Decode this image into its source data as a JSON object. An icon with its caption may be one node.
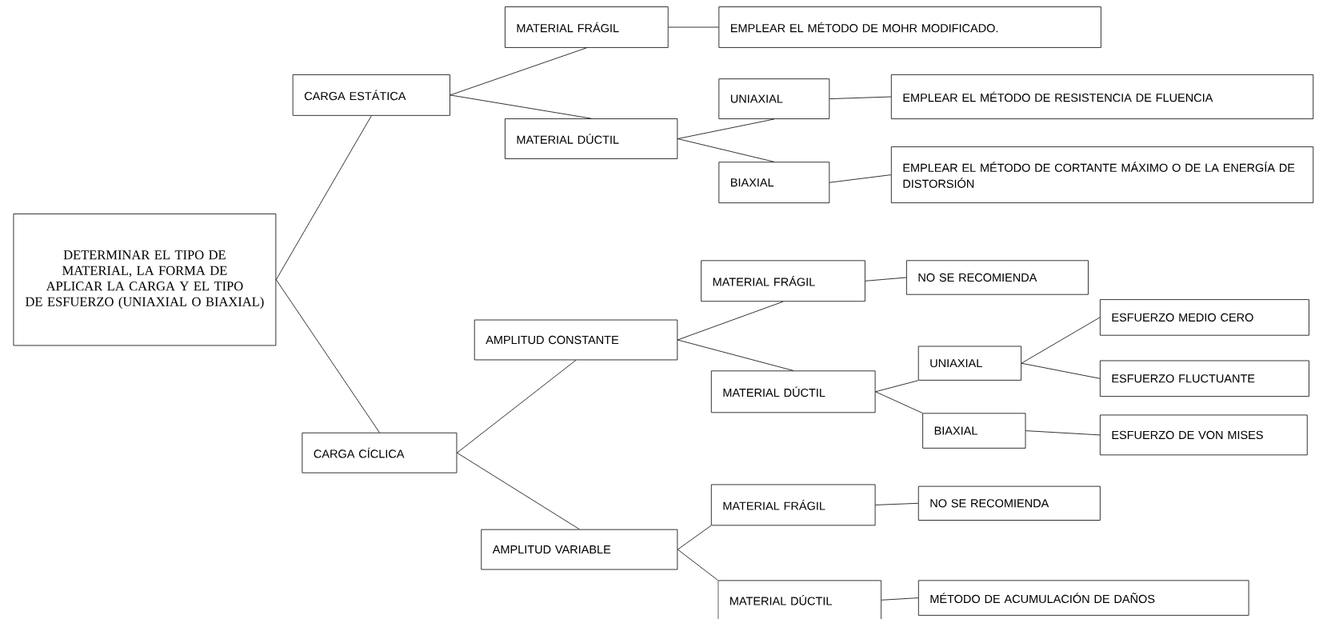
{
  "diagram": {
    "nodes": [
      {
        "text": [
          "DETERMINAR EL TIPO DE MATERIAL, LA FORMA DE APLICAR LA CARGA Y EL TIPO DE ESFUERZO (UNIAXIAL O BIAXIAL)"
        ]
      },
      {
        "text": [
          "CARGA ESTÁTICA"
        ]
      },
      {
        "text": [
          "MATERIAL FRÁGIL"
        ]
      },
      {
        "text": [
          "EMPLEAR EL MÉTODO DE MOHR MODIFICADO."
        ]
      },
      {
        "text": [
          "MATERIAL DÚCTIL"
        ]
      },
      {
        "text": [
          "UNIAXIAL"
        ]
      },
      {
        "text": [
          "EMPLEAR EL MÉTODO DE RESISTENCIA DE FLUENCIA"
        ]
      },
      {
        "text": [
          "BIAXIAL"
        ]
      },
      {
        "text": [
          "EMPLEAR EL MÉTODO DE CORTANTE MÁXIMO O DE LA ENERGÍA DE DISTORSIÓN"
        ]
      },
      {
        "text": [
          "CARGA CÍCLICA"
        ]
      },
      {
        "text": [
          "AMPLITUD CONSTANTE"
        ]
      },
      {
        "text": [
          "MATERIAL FRÁGIL"
        ]
      },
      {
        "text": [
          "NO SE RECOMIENDA"
        ]
      },
      {
        "text": [
          "MATERIAL DÚCTIL"
        ]
      },
      {
        "text": [
          "UNIAXIAL"
        ]
      },
      {
        "text": [
          "ESFUERZO MEDIO CERO"
        ]
      },
      {
        "text": [
          "ESFUERZO FLUCTUANTE"
        ]
      },
      {
        "text": [
          "BIAXIAL"
        ]
      },
      {
        "text": [
          "ESFUERZO DE VON MISES"
        ]
      },
      {
        "text": [
          "AMPLITUD VARIABLE"
        ]
      },
      {
        "text": [
          "MATERIAL FRÁGIL"
        ]
      },
      {
        "text": [
          "NO SE RECOMIENDA"
        ]
      },
      {
        "text": [
          "MATERIAL DÚCTIL"
        ]
      },
      {
        "text": [
          "MÉTODO DE ACUMULACIÓN DE DAÑOS"
        ]
      }
    ],
    "edges": [
      {
        "from": 0,
        "to": 1,
        "arrow": "none"
      },
      {
        "from": 0,
        "to": 9,
        "arrow": "none"
      },
      {
        "from": 1,
        "to": 2,
        "arrow": "none"
      },
      {
        "from": 1,
        "to": 4,
        "arrow": "none"
      },
      {
        "from": 2,
        "to": 3,
        "arrow": "none"
      },
      {
        "from": 4,
        "to": 5,
        "arrow": "none"
      },
      {
        "from": 4,
        "to": 7,
        "arrow": "none"
      },
      {
        "from": 5,
        "to": 6,
        "arrow": "none"
      },
      {
        "from": 7,
        "to": 8,
        "arrow": "none"
      },
      {
        "from": 9,
        "to": 10,
        "arrow": "none"
      },
      {
        "from": 9,
        "to": 19,
        "arrow": "none"
      },
      {
        "from": 10,
        "to": 11,
        "arrow": "none"
      },
      {
        "from": 10,
        "to": 13,
        "arrow": "none"
      },
      {
        "from": 11,
        "to": 12,
        "arrow": "none"
      },
      {
        "from": 13,
        "to": 14,
        "arrow": "none"
      },
      {
        "from": 13,
        "to": 17,
        "arrow": "none"
      },
      {
        "from": 14,
        "to": 15,
        "arrow": "none"
      },
      {
        "from": 14,
        "to": 16,
        "arrow": "none"
      },
      {
        "from": 17,
        "to": 18,
        "arrow": "none"
      },
      {
        "from": 19,
        "to": 20,
        "arrow": "none"
      },
      {
        "from": 19,
        "to": 22,
        "arrow": "none"
      },
      {
        "from": 20,
        "to": 21,
        "arrow": "none"
      },
      {
        "from": 22,
        "to": 23,
        "arrow": "none"
      }
    ]
  }
}
